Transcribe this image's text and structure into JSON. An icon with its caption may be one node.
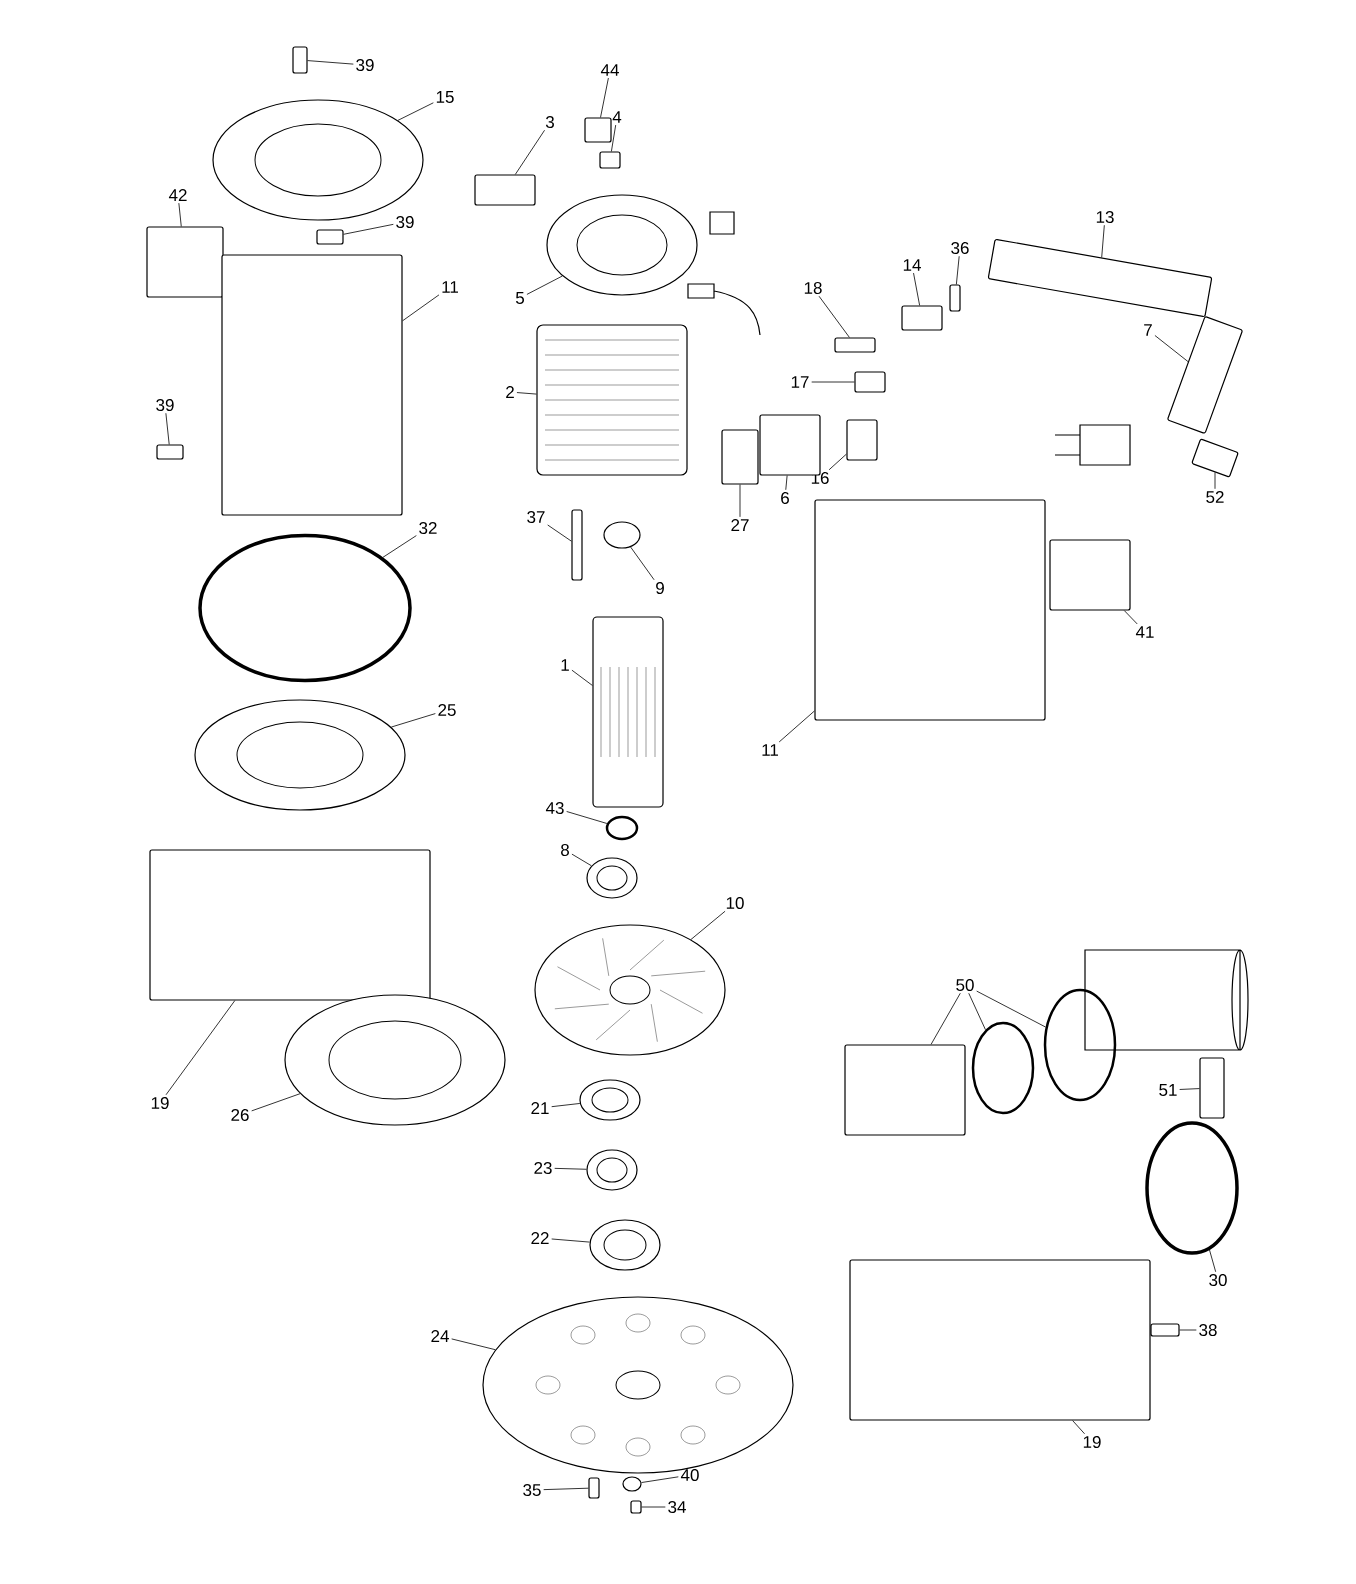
{
  "diagram": {
    "nodes": [
      {
        "text": [
          "39"
        ]
      },
      {
        "text": [],
        "shape": "box"
      },
      {
        "text": [
          "15"
        ]
      },
      {
        "text": [],
        "shape": "picture"
      },
      {
        "text": [
          "42"
        ]
      },
      {
        "text": [],
        "shape": "box"
      },
      {
        "text": [
          "39"
        ]
      },
      {
        "text": [],
        "shape": "box"
      },
      {
        "text": [
          "11"
        ]
      },
      {
        "text": [],
        "shape": "box"
      },
      {
        "text": [
          "39"
        ]
      },
      {
        "text": [],
        "shape": "box"
      },
      {
        "text": [
          "32"
        ]
      },
      {
        "text": [],
        "shape": "circle"
      },
      {
        "text": [
          "25"
        ]
      },
      {
        "text": [],
        "shape": "picture"
      },
      {
        "text": [
          "19"
        ]
      },
      {
        "text": [],
        "shape": "box"
      },
      {
        "text": [
          "26"
        ]
      },
      {
        "text": [],
        "shape": "picture"
      },
      {
        "text": [
          "3"
        ]
      },
      {
        "text": [],
        "shape": "box"
      },
      {
        "text": [
          "44"
        ]
      },
      {
        "text": [],
        "shape": "box"
      },
      {
        "text": [
          "4"
        ]
      },
      {
        "text": [],
        "shape": "box"
      },
      {
        "text": [
          "5"
        ]
      },
      {
        "text": [],
        "shape": "picture"
      },
      {
        "text": [
          "2"
        ]
      },
      {
        "text": [],
        "shape": "picture"
      },
      {
        "text": [
          "37"
        ]
      },
      {
        "text": [],
        "shape": "box"
      },
      {
        "text": [
          "9"
        ]
      },
      {
        "text": [],
        "shape": "circle"
      },
      {
        "text": [
          "1"
        ]
      },
      {
        "text": [],
        "shape": "picture"
      },
      {
        "text": [
          "43"
        ]
      },
      {
        "text": [],
        "shape": "circle"
      },
      {
        "text": [
          "8"
        ]
      },
      {
        "text": [],
        "shape": "picture"
      },
      {
        "text": [
          "10"
        ]
      },
      {
        "text": [],
        "shape": "picture"
      },
      {
        "text": [
          "21"
        ]
      },
      {
        "text": [],
        "shape": "picture"
      },
      {
        "text": [
          "23"
        ]
      },
      {
        "text": [],
        "shape": "picture"
      },
      {
        "text": [
          "22"
        ]
      },
      {
        "text": [],
        "shape": "picture"
      },
      {
        "text": [
          "24"
        ]
      },
      {
        "text": [],
        "shape": "picture"
      },
      {
        "text": [
          "35"
        ]
      },
      {
        "text": [],
        "shape": "box"
      },
      {
        "text": [
          "40"
        ]
      },
      {
        "text": [],
        "shape": "circle"
      },
      {
        "text": [
          "34"
        ]
      },
      {
        "text": [],
        "shape": "box"
      },
      {
        "text": [
          "13"
        ]
      },
      {
        "text": [],
        "shape": "box"
      },
      {
        "text": [
          "36"
        ]
      },
      {
        "text": [],
        "shape": "box"
      },
      {
        "text": [
          "14"
        ]
      },
      {
        "text": [],
        "shape": "box"
      },
      {
        "text": [
          "18"
        ]
      },
      {
        "text": [],
        "shape": "box"
      },
      {
        "text": [
          "17"
        ]
      },
      {
        "text": [],
        "shape": "box"
      },
      {
        "text": [
          "7"
        ]
      },
      {
        "text": [],
        "shape": "box"
      },
      {
        "text": [
          "52"
        ]
      },
      {
        "text": [],
        "shape": "box"
      },
      {
        "text": [
          "16"
        ]
      },
      {
        "text": [],
        "shape": "box"
      },
      {
        "text": [
          "6"
        ]
      },
      {
        "text": [],
        "shape": "box"
      },
      {
        "text": [
          "27"
        ]
      },
      {
        "text": [],
        "shape": "box"
      },
      {
        "text": [
          "11"
        ]
      },
      {
        "text": [],
        "shape": "box"
      },
      {
        "text": [
          "41"
        ]
      },
      {
        "text": [],
        "shape": "box"
      },
      {
        "text": [
          "50"
        ]
      },
      {
        "text": [],
        "shape": "box"
      },
      {
        "text": [],
        "shape": "circle"
      },
      {
        "text": [],
        "shape": "circle"
      },
      {
        "text": [
          "51"
        ]
      },
      {
        "text": [],
        "shape": "box"
      },
      {
        "text": [
          "30"
        ]
      },
      {
        "text": [],
        "shape": "circle"
      },
      {
        "text": [
          "19"
        ]
      },
      {
        "text": [],
        "shape": "box"
      },
      {
        "text": [
          "38"
        ]
      },
      {
        "text": [],
        "shape": "box"
      }
    ],
    "edges": [
      {
        "from": 0,
        "to": 1,
        "arrow": "none"
      },
      {
        "from": 2,
        "to": 3,
        "arrow": "none"
      },
      {
        "from": 4,
        "to": 5,
        "arrow": "none"
      },
      {
        "from": 6,
        "to": 7,
        "arrow": "none"
      },
      {
        "from": 8,
        "to": 9,
        "arrow": "none"
      },
      {
        "from": 10,
        "to": 11,
        "arrow": "none"
      },
      {
        "from": 12,
        "to": 13,
        "arrow": "none"
      },
      {
        "from": 14,
        "to": 15,
        "arrow": "none"
      },
      {
        "from": 16,
        "to": 17,
        "arrow": "none"
      },
      {
        "from": 18,
        "to": 19,
        "arrow": "none"
      },
      {
        "from": 20,
        "to": 21,
        "arrow": "none"
      },
      {
        "from": 22,
        "to": 23,
        "arrow": "none"
      },
      {
        "from": 24,
        "to": 25,
        "arrow": "none"
      },
      {
        "from": 26,
        "to": 27,
        "arrow": "none"
      },
      {
        "from": 28,
        "to": 29,
        "arrow": "none"
      },
      {
        "from": 30,
        "to": 31,
        "arrow": "none"
      },
      {
        "from": 32,
        "to": 33,
        "arrow": "none"
      },
      {
        "from": 34,
        "to": 35,
        "arrow": "none"
      },
      {
        "from": 36,
        "to": 37,
        "arrow": "none"
      },
      {
        "from": 38,
        "to": 39,
        "arrow": "none"
      },
      {
        "from": 40,
        "to": 41,
        "arrow": "none"
      },
      {
        "from": 42,
        "to": 43,
        "arrow": "none"
      },
      {
        "from": 44,
        "to": 45,
        "arrow": "none"
      },
      {
        "from": 46,
        "to": 47,
        "arrow": "none"
      },
      {
        "from": 48,
        "to": 49,
        "arrow": "none"
      },
      {
        "from": 50,
        "to": 51,
        "arrow": "none"
      },
      {
        "from": 52,
        "to": 53,
        "arrow": "none"
      },
      {
        "from": 54,
        "to": 55,
        "arrow": "none"
      },
      {
        "from": 56,
        "to": 57,
        "arrow": "none"
      },
      {
        "from": 58,
        "to": 59,
        "arrow": "none"
      },
      {
        "from": 60,
        "to": 61,
        "arrow": "none"
      },
      {
        "from": 62,
        "to": 63,
        "arrow": "none"
      },
      {
        "from": 64,
        "to": 65,
        "arrow": "none"
      },
      {
        "from": 66,
        "to": 67,
        "arrow": "none"
      },
      {
        "from": 68,
        "to": 69,
        "arrow": "none"
      },
      {
        "from": 70,
        "to": 71,
        "arrow": "none"
      },
      {
        "from": 72,
        "to": 73,
        "arrow": "none"
      },
      {
        "from": 74,
        "to": 75,
        "arrow": "none"
      },
      {
        "from": 76,
        "to": 77,
        "arrow": "none"
      },
      {
        "from": 78,
        "to": 79,
        "arrow": "none"
      },
      {
        "from": 80,
        "to": 81,
        "arrow": "none"
      },
      {
        "from": 80,
        "to": 82,
        "arrow": "none"
      },
      {
        "from": 80,
        "to": 83,
        "arrow": "none"
      },
      {
        "from": 84,
        "to": 85,
        "arrow": "none"
      },
      {
        "from": 86,
        "to": 87,
        "arrow": "none"
      },
      {
        "from": 88,
        "to": 89,
        "arrow": "none"
      },
      {
        "from": 90,
        "to": 91,
        "arrow": "none"
      }
    ]
  }
}
